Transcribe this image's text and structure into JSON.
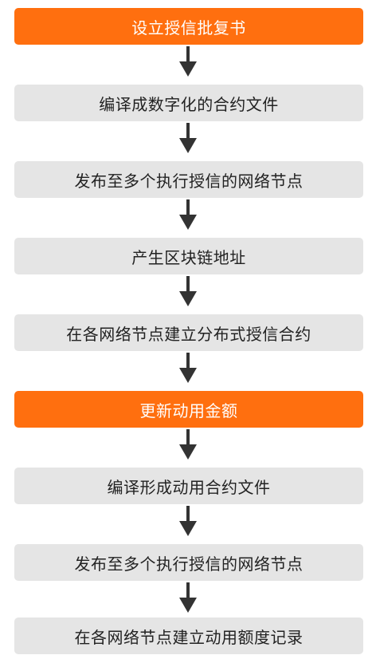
{
  "flowchart": {
    "steps": [
      {
        "label": "设立授信批复书",
        "style": "orange"
      },
      {
        "label": "编译成数字化的合约文件",
        "style": "gray"
      },
      {
        "label": "发布至多个执行授信的网络节点",
        "style": "gray"
      },
      {
        "label": "产生区块链地址",
        "style": "gray"
      },
      {
        "label": "在各网络节点建立分布式授信合约",
        "style": "gray"
      },
      {
        "label": "更新动用金额",
        "style": "orange"
      },
      {
        "label": "编译形成动用合约文件",
        "style": "gray"
      },
      {
        "label": "发布至多个执行授信的网络节点",
        "style": "gray"
      },
      {
        "label": "在各网络节点建立动用额度记录",
        "style": "gray"
      }
    ]
  },
  "colors": {
    "accent": "#ff6f0f",
    "box": "#e5e5e5",
    "arrow": "#333333",
    "text": "#222222"
  }
}
